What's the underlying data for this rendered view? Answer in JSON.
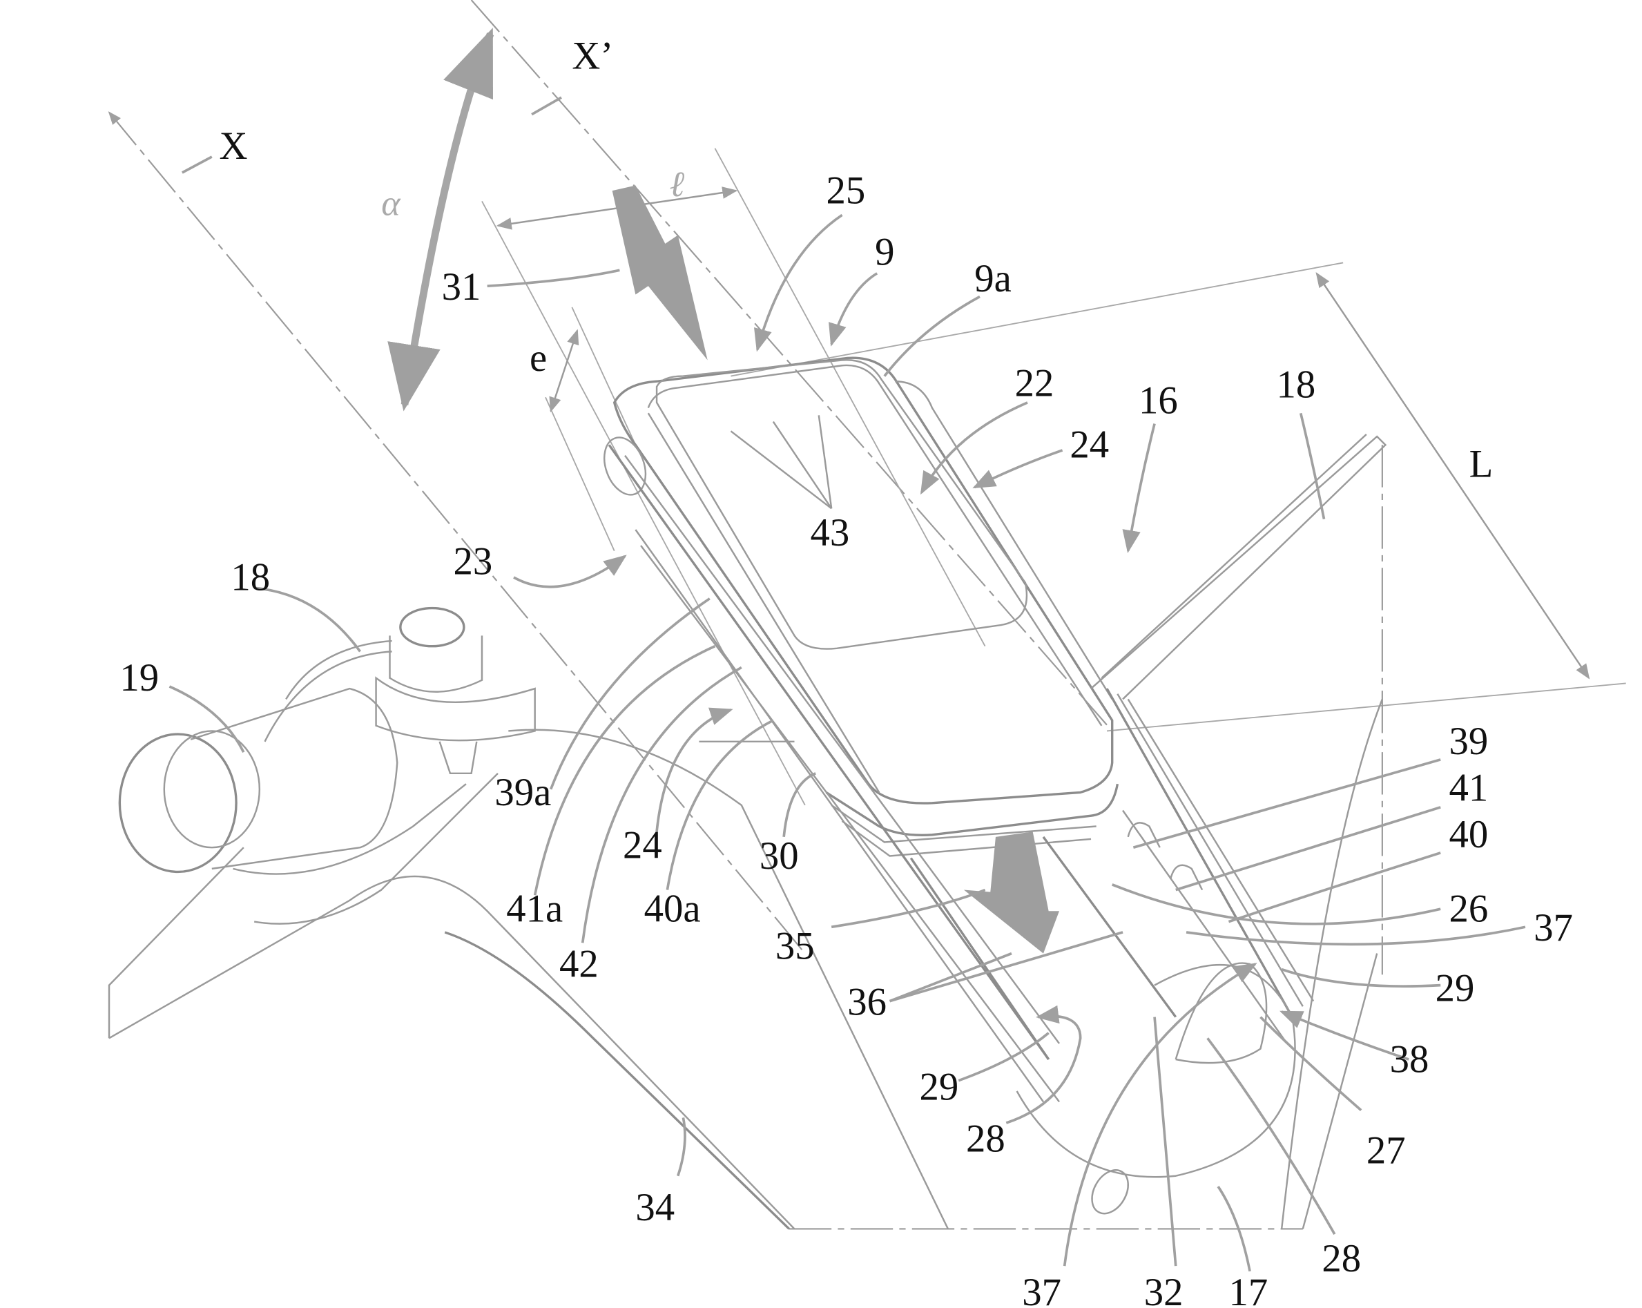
{
  "figure": {
    "type": "patent-drawing",
    "subject": "Phone holder mounted on bicycle handlebar stem",
    "axis_labels": {
      "x": "X",
      "x_prime": "X’",
      "alpha": "α",
      "ell": "ℓ",
      "e": "e",
      "L": "L"
    },
    "reference_numerals": {
      "n9": "9",
      "n9a": "9a",
      "n16": "16",
      "n17": "17",
      "n18_left": "18",
      "n18_right": "18",
      "n19": "19",
      "n22": "22",
      "n23": "23",
      "n24_top": "24",
      "n24_bottom": "24",
      "n25": "25",
      "n26": "26",
      "n27": "27",
      "n28_left": "28",
      "n28_right": "28",
      "n29_left": "29",
      "n29_right": "29",
      "n30": "30",
      "n31": "31",
      "n32": "32",
      "n34": "34",
      "n35": "35",
      "n36": "36",
      "n37_right": "37",
      "n37_bottom": "37",
      "n38": "38",
      "n39": "39",
      "n39a": "39a",
      "n40": "40",
      "n40a": "40a",
      "n41": "41",
      "n41a": "41a",
      "n42": "42",
      "n43": "43"
    }
  }
}
